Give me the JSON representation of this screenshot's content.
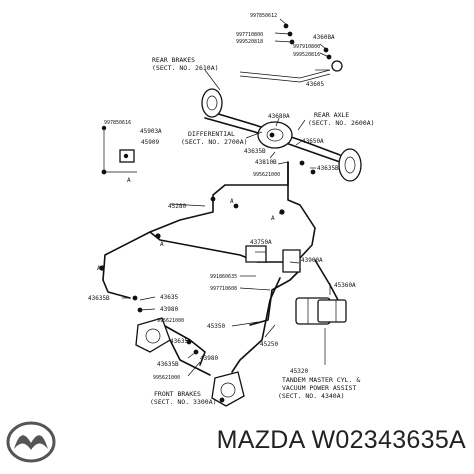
{
  "diagram": {
    "labels": {
      "rear_brakes": "REAR BRAKES",
      "rear_brakes_sect": "(SECT. NO. 2610A)",
      "rear_axle": "REAR AXLE",
      "rear_axle_sect": "(SECT. NO. 2600A)",
      "differential": "DIFFERENTIAL",
      "differential_sect": "(SECT. NO. 2700A)",
      "front_brakes": "FRONT BRAKES",
      "front_brakes_sect": "(SECT. NO. 3300A)",
      "master_cyl_1": "TANDEM MASTER CYL. &",
      "master_cyl_2": "VACUUM POWER ASSIST",
      "master_cyl_sect": "(SECT. NO. 4340A)"
    },
    "parts": {
      "p997850612": "997850612",
      "p997710800": "997710800",
      "p999520818": "999520818",
      "p43608A": "43608A",
      "p997910800": "997910800",
      "p999520816": "999520816",
      "p43605": "43605",
      "p997850616": "997850616",
      "p45903A": "45903A",
      "p45909": "45909",
      "p43680A": "43680A",
      "p43635B_top": "43635B",
      "p43650A": "43650A",
      "p43810B": "43810B",
      "p43635B_mid": "43635B",
      "p995621000_top": "995621000",
      "p45280": "45280",
      "p43750A": "43750A",
      "p43900A": "43900A",
      "p991860635": "991860635",
      "p997710600": "997710600",
      "p45360A": "45360A",
      "p43635B_left": "43635B",
      "p43635": "43635",
      "p43980": "43980",
      "p995621000_mid": "995621000",
      "p45350": "45350",
      "p43635_low": "43635",
      "p45250": "45250",
      "p43635B_low": "43635B",
      "p43980_low": "43980",
      "p995621000_low": "995621000",
      "p45320": "45320"
    },
    "markers": {
      "a": "A"
    }
  },
  "footer": {
    "brand": "MAZDA",
    "part_number": "W02343635A",
    "text": "MAZDA W02343635A",
    "logo_icon": "mazda-logo-icon"
  }
}
